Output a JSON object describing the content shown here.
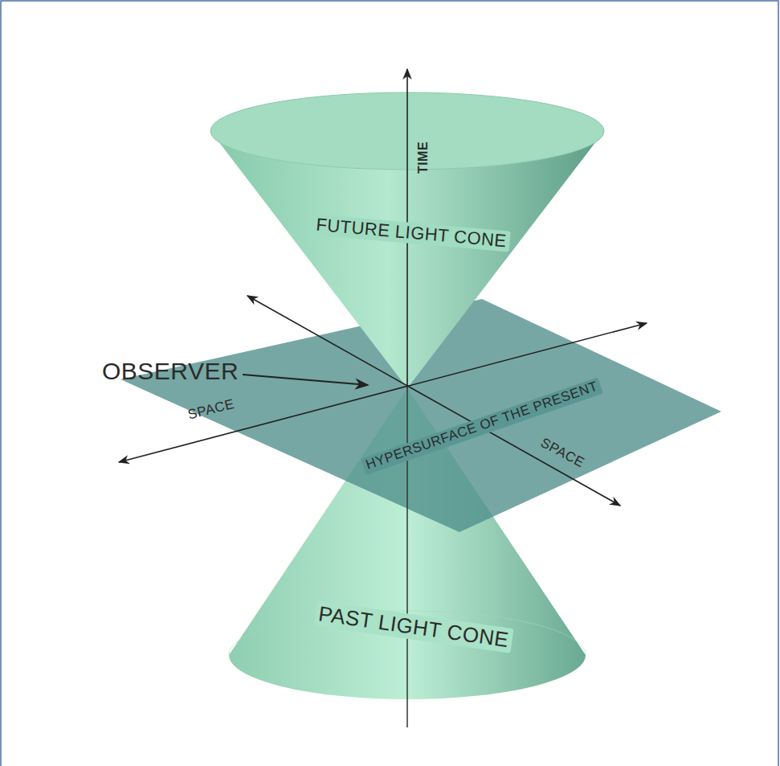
{
  "diagram": {
    "labels": [
      "TIME",
      "FUTURE LIGHT CONE",
      "OBSERVER",
      "SPACE",
      "HYPERSURFACE OF THE PRESENT",
      "SPACE",
      "PAST LIGHT CONE"
    ]
  }
}
